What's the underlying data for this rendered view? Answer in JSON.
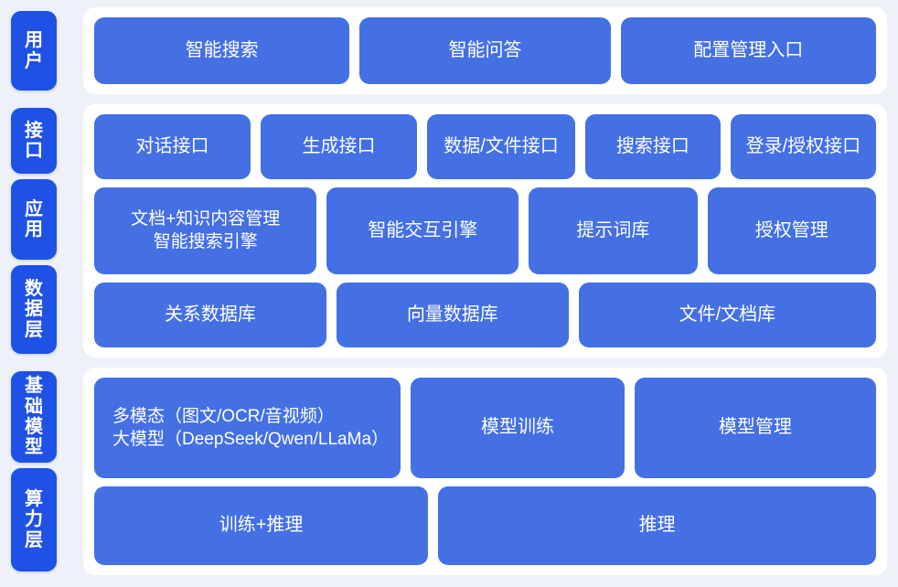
{
  "colors": {
    "page_background": "#eef2f8",
    "panel_background": "#ffffff",
    "node_blue": "#4470e4",
    "tab_blue": "#1f51e5",
    "text_on_blue": "#ffffff"
  },
  "sections": [
    {
      "id": "user",
      "tabs": [
        {
          "label": "用户",
          "chars": [
            "用",
            "户"
          ]
        }
      ],
      "rows": [
        {
          "id": "user-entries",
          "nodes": [
            {
              "label": "智能搜索"
            },
            {
              "label": "智能问答"
            },
            {
              "label": "配置管理入口"
            }
          ]
        }
      ]
    },
    {
      "id": "platform",
      "tabs": [
        {
          "label": "接口",
          "chars": [
            "接",
            "口"
          ]
        },
        {
          "label": "应用",
          "chars": [
            "应",
            "用"
          ]
        },
        {
          "label": "数据层",
          "chars": [
            "数",
            "据",
            "层"
          ]
        }
      ],
      "rows": [
        {
          "id": "interface",
          "nodes": [
            {
              "label": "对话接口"
            },
            {
              "label": "生成接口"
            },
            {
              "label": "数据/文件接口"
            },
            {
              "label": "搜索接口"
            },
            {
              "label": "登录/授权接口"
            }
          ]
        },
        {
          "id": "application",
          "nodes": [
            {
              "label": "文档+知识内容管理\n智能搜索引擎",
              "multiline": true
            },
            {
              "label": "智能交互引擎"
            },
            {
              "label": "提示词库"
            },
            {
              "label": "授权管理"
            }
          ]
        },
        {
          "id": "data",
          "nodes": [
            {
              "label": "关系数据库"
            },
            {
              "label": "向量数据库"
            },
            {
              "label": "文件/文档库"
            }
          ]
        }
      ]
    },
    {
      "id": "infrastructure",
      "tabs": [
        {
          "label": "基础模型",
          "chars": [
            "基",
            "础",
            "模",
            "型"
          ]
        },
        {
          "label": "算力层",
          "chars": [
            "算",
            "力",
            "层"
          ]
        }
      ],
      "rows": [
        {
          "id": "model",
          "nodes": [
            {
              "label": "多模态（图文/OCR/音视频）\n大模型（DeepSeek/Qwen/LLaMa）",
              "model_desc": true
            },
            {
              "label": "模型训练"
            },
            {
              "label": "模型管理"
            }
          ]
        },
        {
          "id": "compute",
          "nodes": [
            {
              "label": "训练+推理"
            },
            {
              "label": "推理"
            }
          ]
        }
      ]
    }
  ]
}
